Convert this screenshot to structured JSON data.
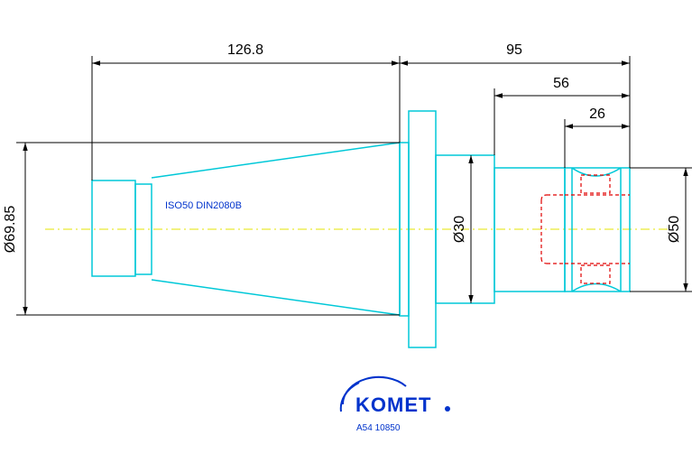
{
  "drawing": {
    "dimensions": {
      "total_taper_length": "126.8",
      "overall_length": "95",
      "shank_length": "56",
      "groove_length": "26",
      "taper_diameter": "Ø69.85",
      "collar_diameter": "Ø30",
      "shank_diameter": "Ø50"
    },
    "taper_note": "ISO50 DIN2080B",
    "logo_text": "KOMET",
    "part_number": "A54 10850"
  },
  "colors": {
    "outline": "#00c8d8",
    "dimension": "#000000",
    "centerline": "#e6e600",
    "hidden": "#e00000",
    "brand": "#0033cc"
  }
}
